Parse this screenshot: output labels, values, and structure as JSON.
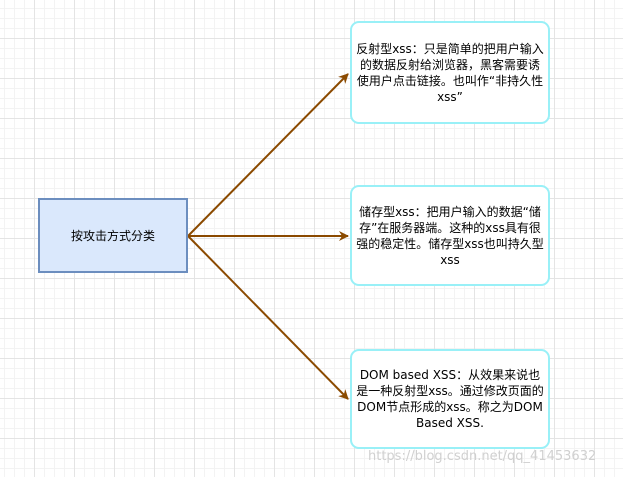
{
  "diagram": {
    "edge_color": "#8b4a00",
    "root": {
      "label": "按攻击方式分类"
    },
    "leaves": [
      {
        "label": "反射型xss：只是简单的把用户输入的数据反射给浏览器，黑客需要诱 使用户点击链接。也叫作“非持久性xss”"
      },
      {
        "label": "储存型xss：把用户输入的数据“储存”在服务器端。这种的xss具有很强的稳定性。储存型xss也叫持久型xss"
      },
      {
        "label": "DOM based XSS：从效果来说也是一种反射型xss。通过修改页面的DOM节点形成的xss。称之为DOM Based XSS."
      }
    ]
  },
  "watermark": "https://blog.csdn.net/qq_41453632"
}
